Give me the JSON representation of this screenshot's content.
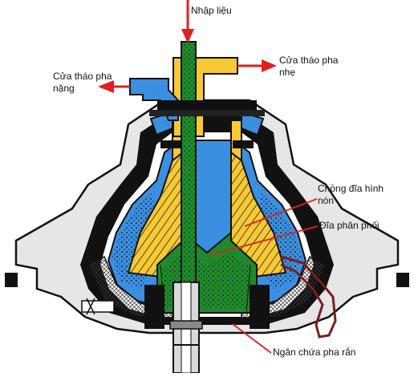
{
  "labels": {
    "feed": "Nhập liệu",
    "light_outlet_line1": "Cửa tháo pha",
    "light_outlet_line2": "nhẹ",
    "heavy_outlet_line1": "Cửa tháo pha",
    "heavy_outlet_line2": "nặng",
    "disc_stack_line1": "Chồng đĩa hình",
    "disc_stack_line2": "nón",
    "distributor": "Đĩa phân phối",
    "solids_chamber": "Ngăn chứa pha rắn"
  },
  "colors": {
    "feed_channel": "#1f8a2c",
    "light_phase": "#f7c933",
    "heavy_phase": "#3b8fe0",
    "housing": "#e6e6e6",
    "outline": "#111111",
    "arrow": "#e02020",
    "solids": "#c8c8c8"
  }
}
